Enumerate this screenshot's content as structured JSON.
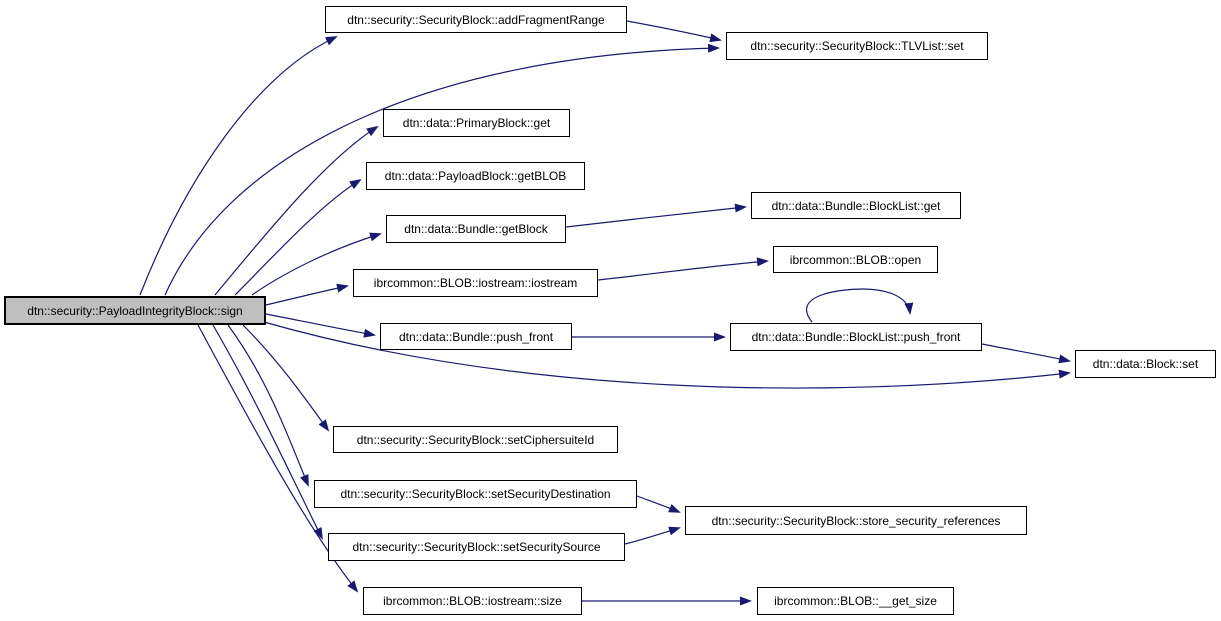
{
  "graph": {
    "type": "call-graph",
    "root": {
      "id": "sign",
      "label": "dtn::security::PayloadIntegrityBlock::sign"
    },
    "nodes": [
      {
        "id": "addFragmentRange",
        "label": "dtn::security::SecurityBlock::addFragmentRange"
      },
      {
        "id": "tlv_set",
        "label": "dtn::security::SecurityBlock::TLVList::set"
      },
      {
        "id": "primary_get",
        "label": "dtn::data::PrimaryBlock::get"
      },
      {
        "id": "payload_getblob",
        "label": "dtn::data::PayloadBlock::getBLOB"
      },
      {
        "id": "bundle_getblock",
        "label": "dtn::data::Bundle::getBlock"
      },
      {
        "id": "blocklist_get",
        "label": "dtn::data::Bundle::BlockList::get"
      },
      {
        "id": "blob_open",
        "label": "ibrcommon::BLOB::open"
      },
      {
        "id": "iostream",
        "label": "ibrcommon::BLOB::iostream::iostream"
      },
      {
        "id": "bundle_pushfront",
        "label": "dtn::data::Bundle::push_front"
      },
      {
        "id": "blocklist_pushfront",
        "label": "dtn::data::Bundle::BlockList::push_front"
      },
      {
        "id": "block_set",
        "label": "dtn::data::Block::set"
      },
      {
        "id": "setciphersuiteid",
        "label": "dtn::security::SecurityBlock::setCiphersuiteId"
      },
      {
        "id": "setsecdest",
        "label": "dtn::security::SecurityBlock::setSecurityDestination"
      },
      {
        "id": "setsecsrc",
        "label": "dtn::security::SecurityBlock::setSecuritySource"
      },
      {
        "id": "store_refs",
        "label": "dtn::security::SecurityBlock::store_security_references"
      },
      {
        "id": "iostream_size",
        "label": "ibrcommon::BLOB::iostream::size"
      },
      {
        "id": "blob_getsize",
        "label": "ibrcommon::BLOB::__get_size"
      }
    ],
    "edges": [
      {
        "from": "sign",
        "to": "addFragmentRange"
      },
      {
        "from": "sign",
        "to": "tlv_set"
      },
      {
        "from": "sign",
        "to": "primary_get"
      },
      {
        "from": "sign",
        "to": "payload_getblob"
      },
      {
        "from": "sign",
        "to": "bundle_getblock"
      },
      {
        "from": "sign",
        "to": "iostream"
      },
      {
        "from": "sign",
        "to": "bundle_pushfront"
      },
      {
        "from": "sign",
        "to": "block_set"
      },
      {
        "from": "sign",
        "to": "setciphersuiteid"
      },
      {
        "from": "sign",
        "to": "setsecdest"
      },
      {
        "from": "sign",
        "to": "setsecsrc"
      },
      {
        "from": "sign",
        "to": "iostream_size"
      },
      {
        "from": "addFragmentRange",
        "to": "tlv_set"
      },
      {
        "from": "bundle_getblock",
        "to": "blocklist_get"
      },
      {
        "from": "iostream",
        "to": "blob_open"
      },
      {
        "from": "bundle_pushfront",
        "to": "blocklist_pushfront"
      },
      {
        "from": "blocklist_pushfront",
        "to": "blocklist_pushfront"
      },
      {
        "from": "blocklist_pushfront",
        "to": "block_set"
      },
      {
        "from": "setsecdest",
        "to": "store_refs"
      },
      {
        "from": "setsecsrc",
        "to": "store_refs"
      },
      {
        "from": "iostream_size",
        "to": "blob_getsize"
      }
    ],
    "colors": {
      "edge": "#191970",
      "node_border": "#000000",
      "node_fill": "#ffffff",
      "root_fill": "#bfbfbf"
    }
  }
}
